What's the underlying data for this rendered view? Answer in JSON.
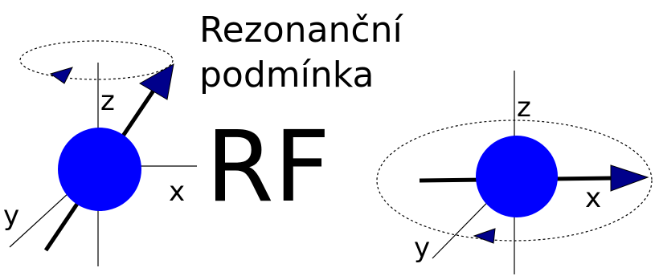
{
  "title": {
    "line1": "Rezonanční",
    "line2": "podmínka"
  },
  "pulse_label": "RF",
  "left_frame": {
    "axis_z": "z",
    "axis_x": "x",
    "axis_y": "y"
  },
  "right_frame": {
    "axis_z": "z",
    "axis_x": "x",
    "axis_y": "y"
  },
  "colors": {
    "nucleus": "#0000ff",
    "arrowhead": "#00008b",
    "lines": "#000000",
    "background": "#ffffff"
  }
}
